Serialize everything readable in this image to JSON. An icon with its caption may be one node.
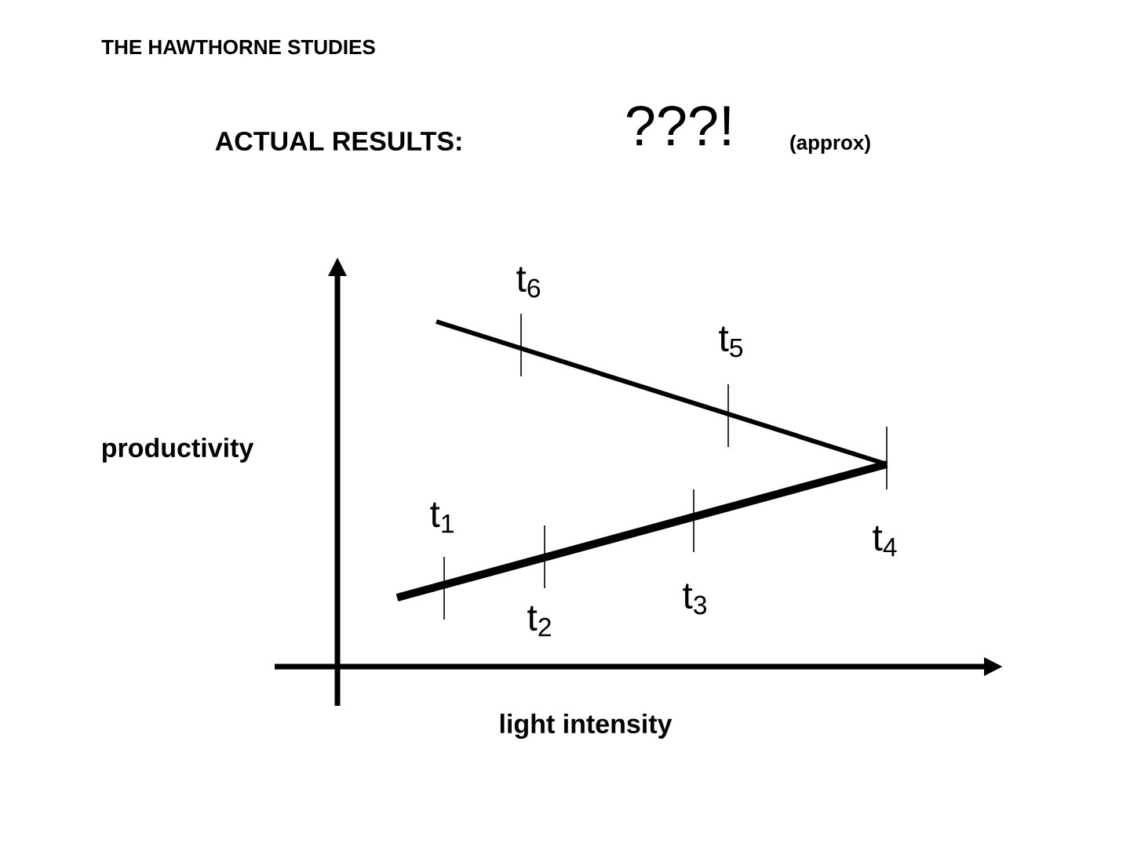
{
  "diagram": {
    "title": "THE HAWTHORNE STUDIES",
    "labels": [
      "ACTUAL RESULTS:",
      "???!",
      "(approx)",
      "t$_{6}$",
      "t$_{5}$",
      "productivity",
      "t$_{1}$",
      "t$_{4}$",
      "t$_{2}$",
      "t$_{3}$",
      "light intensity"
    ]
  }
}
